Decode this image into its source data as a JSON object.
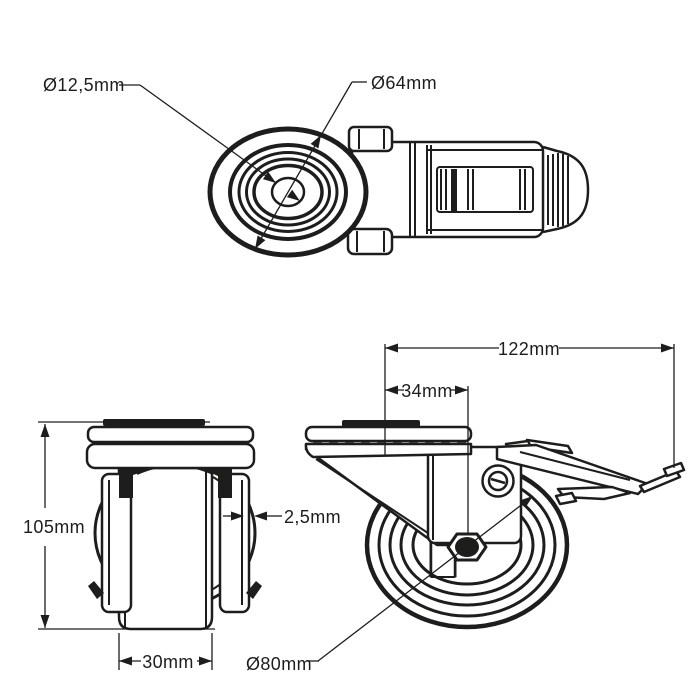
{
  "canvas": {
    "background": "#ffffff",
    "line_color": "#1d1d1b"
  },
  "views": {
    "top": {
      "labels": {
        "hole_diameter": "Ø12,5mm",
        "plate_diameter": "Ø64mm"
      }
    },
    "front": {
      "labels": {
        "height": "105mm",
        "wall_thickness": "2,5mm",
        "wheel_width": "30mm"
      }
    },
    "side": {
      "labels": {
        "overall_length": "122mm",
        "bolt_offset": "34mm",
        "wheel_diameter": "Ø80mm"
      }
    }
  }
}
